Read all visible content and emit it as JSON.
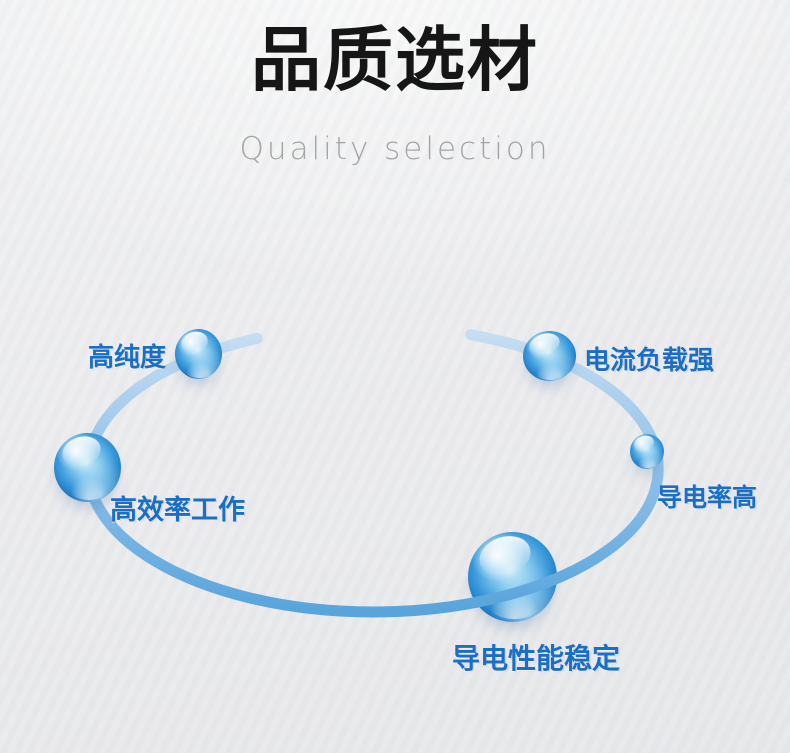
{
  "header": {
    "title": "品质选材",
    "subtitle": "Quality selection"
  },
  "colors": {
    "background": "#edeeef",
    "title_text": "#161616",
    "subtitle_text": "#a4a4a4",
    "label_text": "#1a6ec5",
    "arc_gradient_top": "#c6ddf2",
    "arc_gradient_middle": "#8fc0e9",
    "arc_gradient_bottom": "#58a4db",
    "sphere_dark_blue": "#0a57a0",
    "sphere_mid_blue": "#3b9adb",
    "sphere_light_blue": "#cdeafa"
  },
  "diagram": {
    "shape": "elliptical-orbit",
    "orbit_gap": "top-center"
  },
  "features": [
    {
      "label": "高纯度",
      "icon": "glossy-sphere-icon",
      "position": "top-left",
      "sphere_size": "medium"
    },
    {
      "label": "电流负载强",
      "icon": "glossy-sphere-icon",
      "position": "top-right",
      "sphere_size": "medium"
    },
    {
      "label": "高效率工作",
      "icon": "glossy-sphere-icon",
      "position": "left",
      "sphere_size": "large"
    },
    {
      "label": "导电率高",
      "icon": "glossy-sphere-icon",
      "position": "right",
      "sphere_size": "small"
    },
    {
      "label": "导电性能稳定",
      "icon": "glossy-sphere-icon",
      "position": "bottom",
      "sphere_size": "x-large"
    }
  ]
}
